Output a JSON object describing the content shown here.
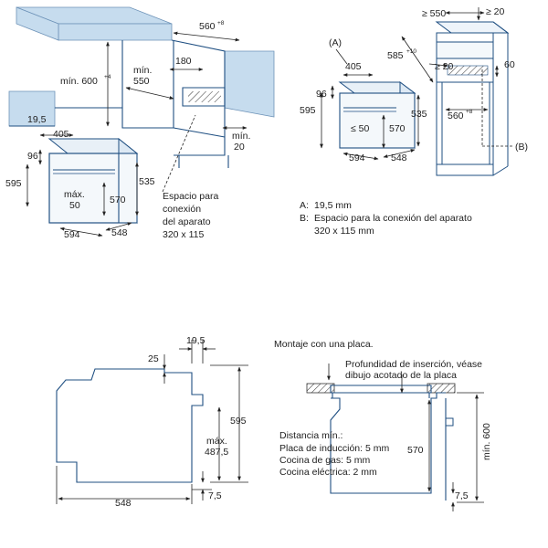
{
  "top_left": {
    "w560": "560",
    "w560_sup": "+8",
    "min600": "mín. 600",
    "min600_sup": "+4",
    "min550_a": "mín.",
    "min550_b": "550",
    "d180": "180",
    "min20_a": "mín.",
    "min20_b": "20",
    "d19_5": "19,5",
    "d405": "405",
    "d96": "96",
    "d595": "595",
    "max50_a": "máx.",
    "max50_b": "50",
    "d570": "570",
    "d535": "535",
    "d594": "594",
    "d548": "548",
    "conn_1": "Espacio para",
    "conn_2": "conexión",
    "conn_3": "del aparato",
    "conn_4": "320 x 115"
  },
  "top_right": {
    "labelA": "(A)",
    "labelB": "(B)",
    "ge550": "≥ 550",
    "ge20_top": "≥ 20",
    "d585": "585",
    "d585_sup": "+10",
    "ge20_mid": "≥ 20",
    "d60": "60",
    "d405": "405",
    "d96": "96",
    "d595": "595",
    "le50": "≤ 50",
    "d570": "570",
    "d535": "535",
    "d560": "560",
    "d560_sup": "+8",
    "d594": "594",
    "d548": "548"
  },
  "legend": {
    "a_key": "A:",
    "a_text": "19,5 mm",
    "b_key": "B:",
    "b_text": "Espacio para la conexión del aparato",
    "b_text2": "320 x 115 mm"
  },
  "bottom_left": {
    "d19_5": "19,5",
    "d25": "25",
    "d595": "595",
    "max487_a": "máx.",
    "max487_b": "487,5",
    "d7_5": "7,5",
    "d548": "548"
  },
  "bottom_right": {
    "title": "Montaje con una placa.",
    "depth_1": "Profundidad de inserción, véase",
    "depth_2": "dibujo acotado de la placa",
    "dist_title": "Distancia mín.:",
    "dist_1": "Placa de inducción: 5 mm",
    "dist_2": "Cocina de gas: 5 mm",
    "dist_3": "Cocina eléctrica: 2 mm",
    "d570": "570",
    "min600": "mín. 600",
    "d7_5": "7,5"
  }
}
